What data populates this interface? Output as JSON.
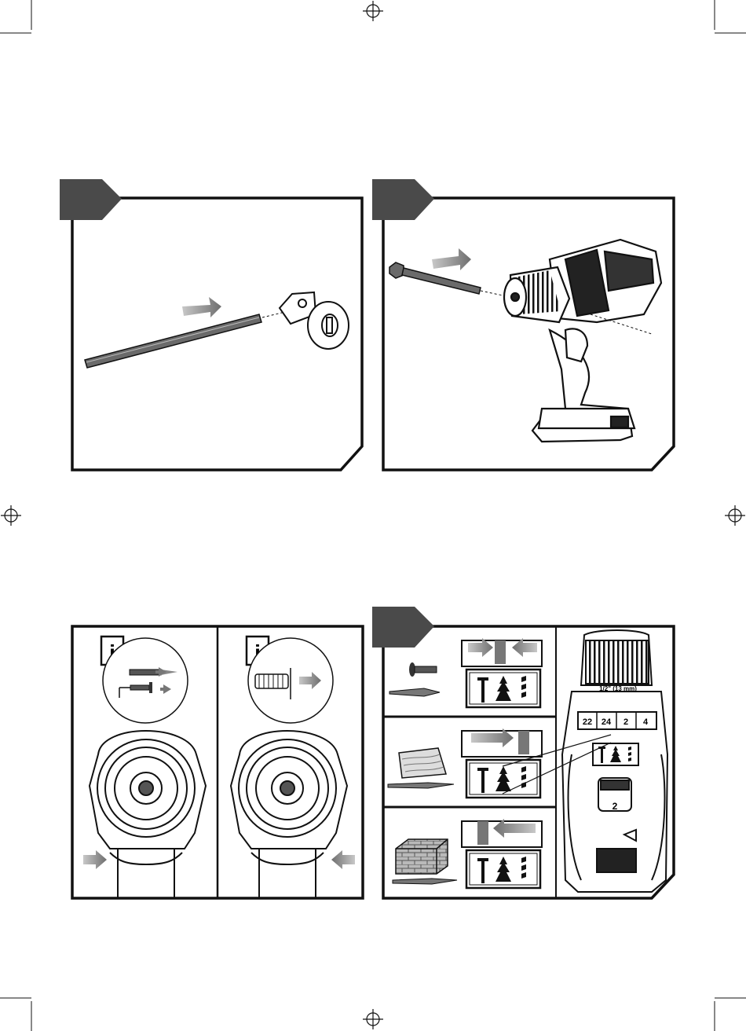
{
  "panels": {
    "info_left": {
      "icon_letter": "i"
    },
    "info_right": {
      "icon_letter": "i"
    },
    "selector": {
      "chuck_label": "1/2\" (13 mm)",
      "clutch_numbers": [
        "22",
        "24",
        "2",
        "4"
      ],
      "gear_number": "2"
    }
  },
  "colors": {
    "ink": "#1a1a1a",
    "tab": "#4a4a4a",
    "arrow": "#8a8a8a"
  }
}
